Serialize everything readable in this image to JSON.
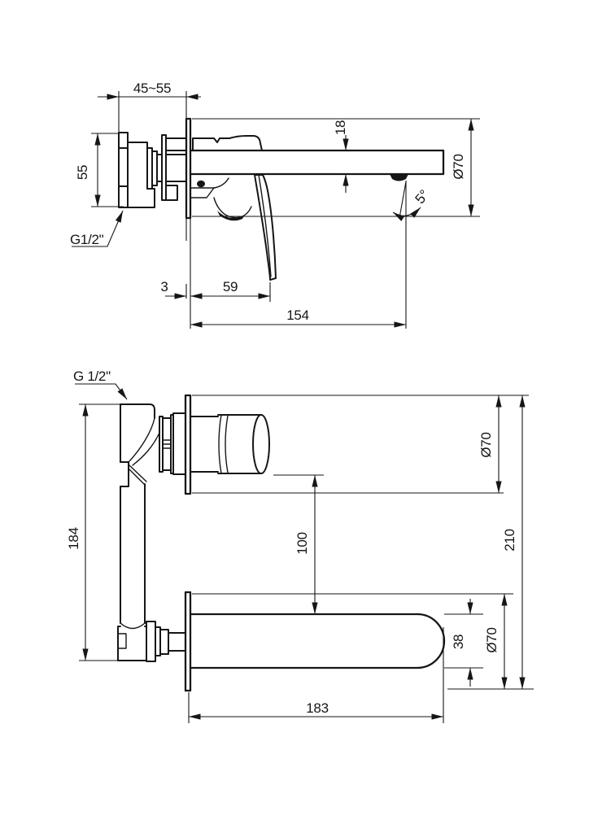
{
  "document": {
    "type": "technical drawing",
    "subject": "wall-mounted single-lever basin mixer, two orthographic views with dimensions"
  },
  "colors": {
    "background": "#ffffff",
    "line": "#161616"
  },
  "side_view": {
    "dim_depth_range": "45~55",
    "dim_body_height": "55",
    "label_thread": "G1/2\"",
    "dim_spout_profile": "18",
    "dim_escutcheon_diameter": "Ø70",
    "dim_spray_angle": "5°",
    "dim_plate_thickness": "3",
    "dim_lever_offset": "59",
    "dim_spout_reach": "154"
  },
  "front_view": {
    "label_thread": "G 1/2\"",
    "dim_body_length": "184",
    "dim_drop_to_spout": "100",
    "dim_overall_height": "210",
    "dim_valve_escutcheon_diameter": "Ø70",
    "dim_spout_escutcheon_diameter": "Ø70",
    "dim_spout_height": "38",
    "dim_spout_length": "183"
  }
}
